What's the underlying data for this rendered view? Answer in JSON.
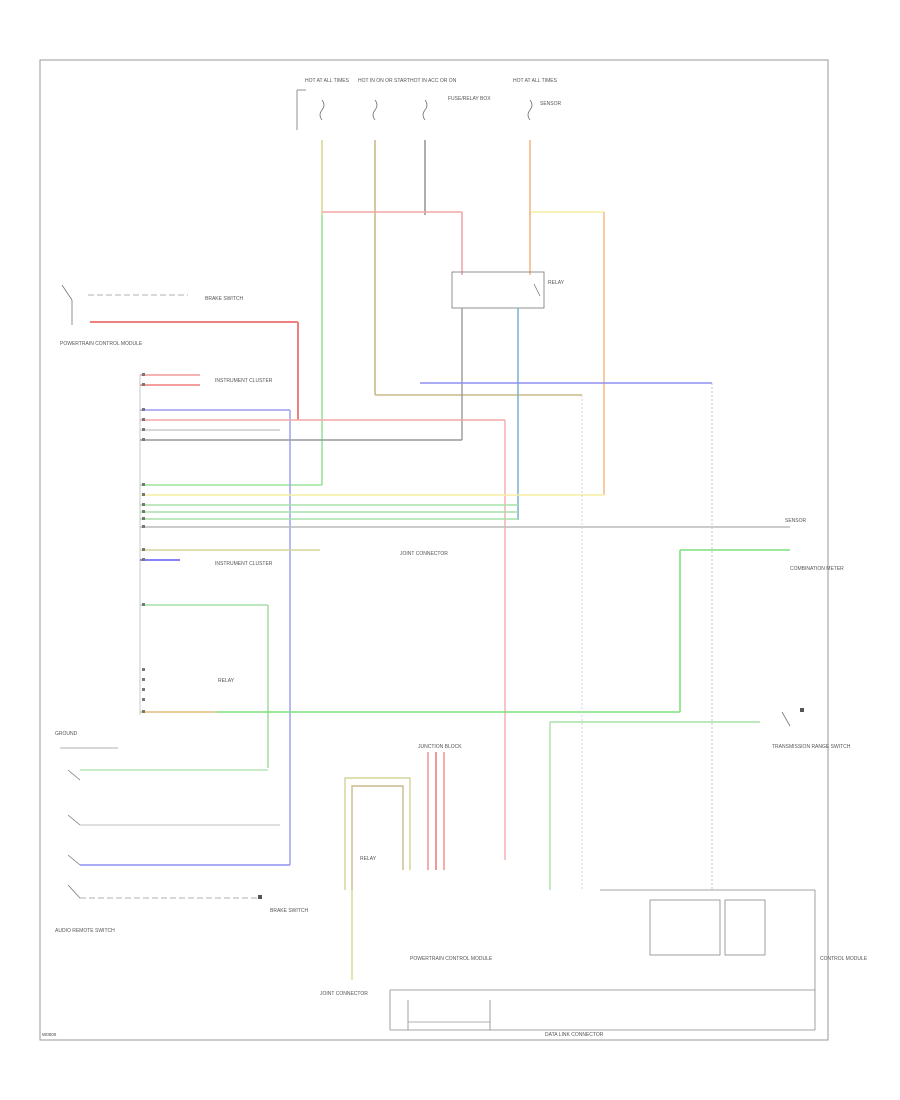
{
  "diagram": {
    "code": "W0000",
    "fuses": [
      {
        "label": "HOT AT ALL TIMES"
      },
      {
        "label": "HOT IN ON OR START"
      },
      {
        "label": "HOT IN ACC OR ON"
      },
      {
        "label": "HOT AT ALL TIMES"
      }
    ],
    "fuse_box_label": "FUSE/RELAY BOX",
    "relay_label": "RELAY",
    "left_switch_label": "BRAKE SWITCH",
    "left_switch_note": "POWERTRAIN CONTROL MODULE",
    "module_label": "INSTRUMENT CLUSTER",
    "connector_label": "JOINT CONNECTOR",
    "right_connector_label": "COMBINATION METER",
    "right_switch_label": "TRANSMISSION RANGE SWITCH",
    "bottom_left_label": "AUDIO REMOTE SWITCH",
    "bottom_ground_label": "GROUND",
    "center_connector_label": "JUNCTION BLOCK",
    "bottom_right_label": "CONTROL MODULE",
    "bottom_bar_label": "DATA LINK CONNECTOR",
    "stripe_label": "SENSOR"
  }
}
